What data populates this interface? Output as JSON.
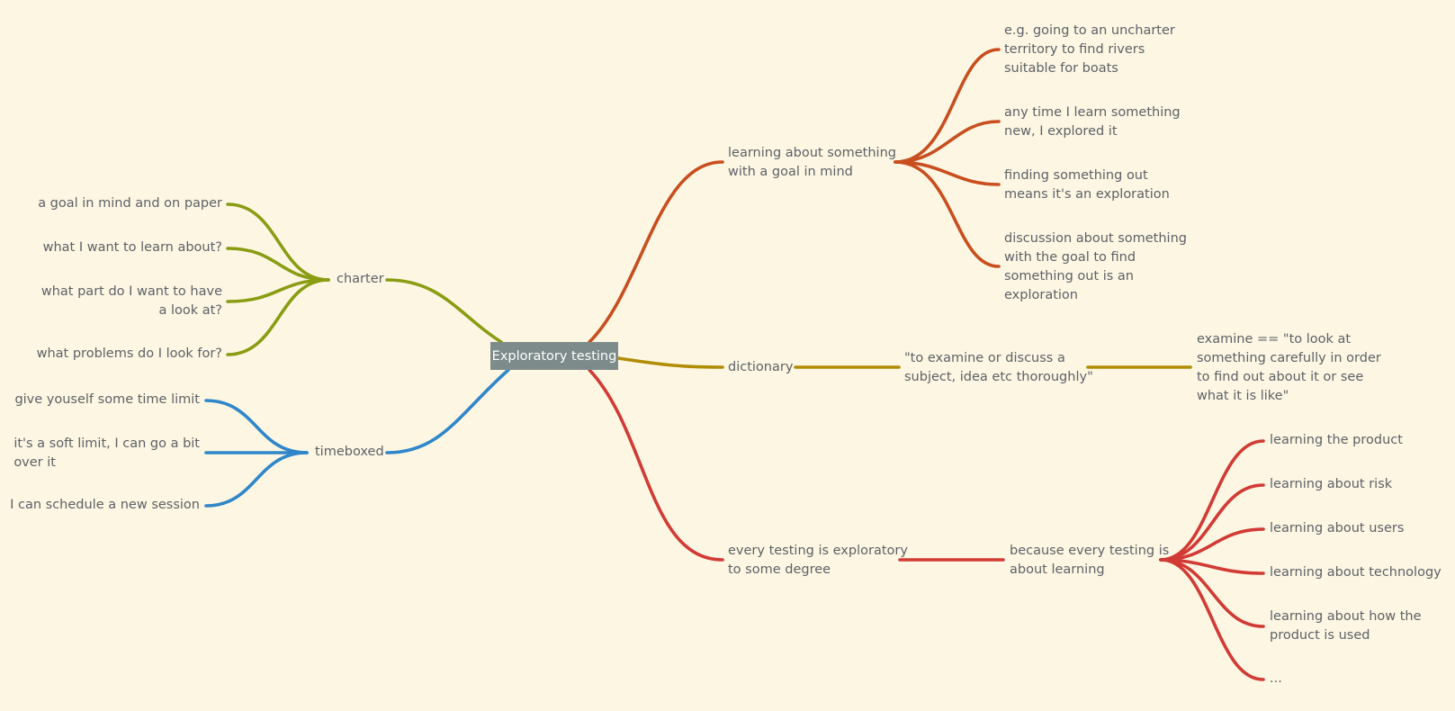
{
  "root": {
    "label": "Exploratory testing"
  },
  "colors": {
    "background": "#fdf6e3",
    "root_fill": "#7d8b8a",
    "text": "#5d6168"
  },
  "branches": {
    "learning": {
      "color": "#c84e1f",
      "node": [
        "learning about something",
        "with a goal in mind"
      ],
      "children": [
        [
          "e.g. going to an uncharter",
          "territory to find rivers",
          "suitable for boats"
        ],
        [
          "any time I learn something",
          "new, I explored it"
        ],
        [
          "finding something out",
          "means it's an exploration"
        ],
        [
          "discussion about something",
          "with the goal to find",
          "something out is an",
          "exploration"
        ]
      ]
    },
    "dictionary": {
      "color": "#b18c05",
      "node": [
        "dictionary"
      ],
      "definition": [
        "\"to examine or discuss a",
        "subject, idea etc thoroughly\""
      ],
      "examine": [
        "examine == \"to look at",
        "something carefully in order",
        "to find out about it or see",
        "what it is like\""
      ]
    },
    "every": {
      "color": "#d23a35",
      "node": [
        "every testing is exploratory",
        "to some degree"
      ],
      "because": [
        "because every testing is",
        "about learning"
      ],
      "children": [
        [
          "learning the product"
        ],
        [
          "learning about risk"
        ],
        [
          "learning about users"
        ],
        [
          "learning about technology"
        ],
        [
          "learning about how the",
          "product is used"
        ],
        [
          "..."
        ]
      ]
    },
    "charter": {
      "color": "#899c12",
      "node": [
        "charter"
      ],
      "children": [
        [
          "a goal in mind and on paper"
        ],
        [
          "what I want to learn about?"
        ],
        [
          "what part do I want to have",
          "a look at?"
        ],
        [
          "what problems do I look for?"
        ]
      ]
    },
    "timeboxed": {
      "color": "#2f86c9",
      "node": [
        "timeboxed"
      ],
      "children": [
        [
          "give youself some time limit"
        ],
        [
          "it's a soft limit, I can go a bit",
          "over it"
        ],
        [
          "I can schedule a new session"
        ]
      ]
    }
  }
}
